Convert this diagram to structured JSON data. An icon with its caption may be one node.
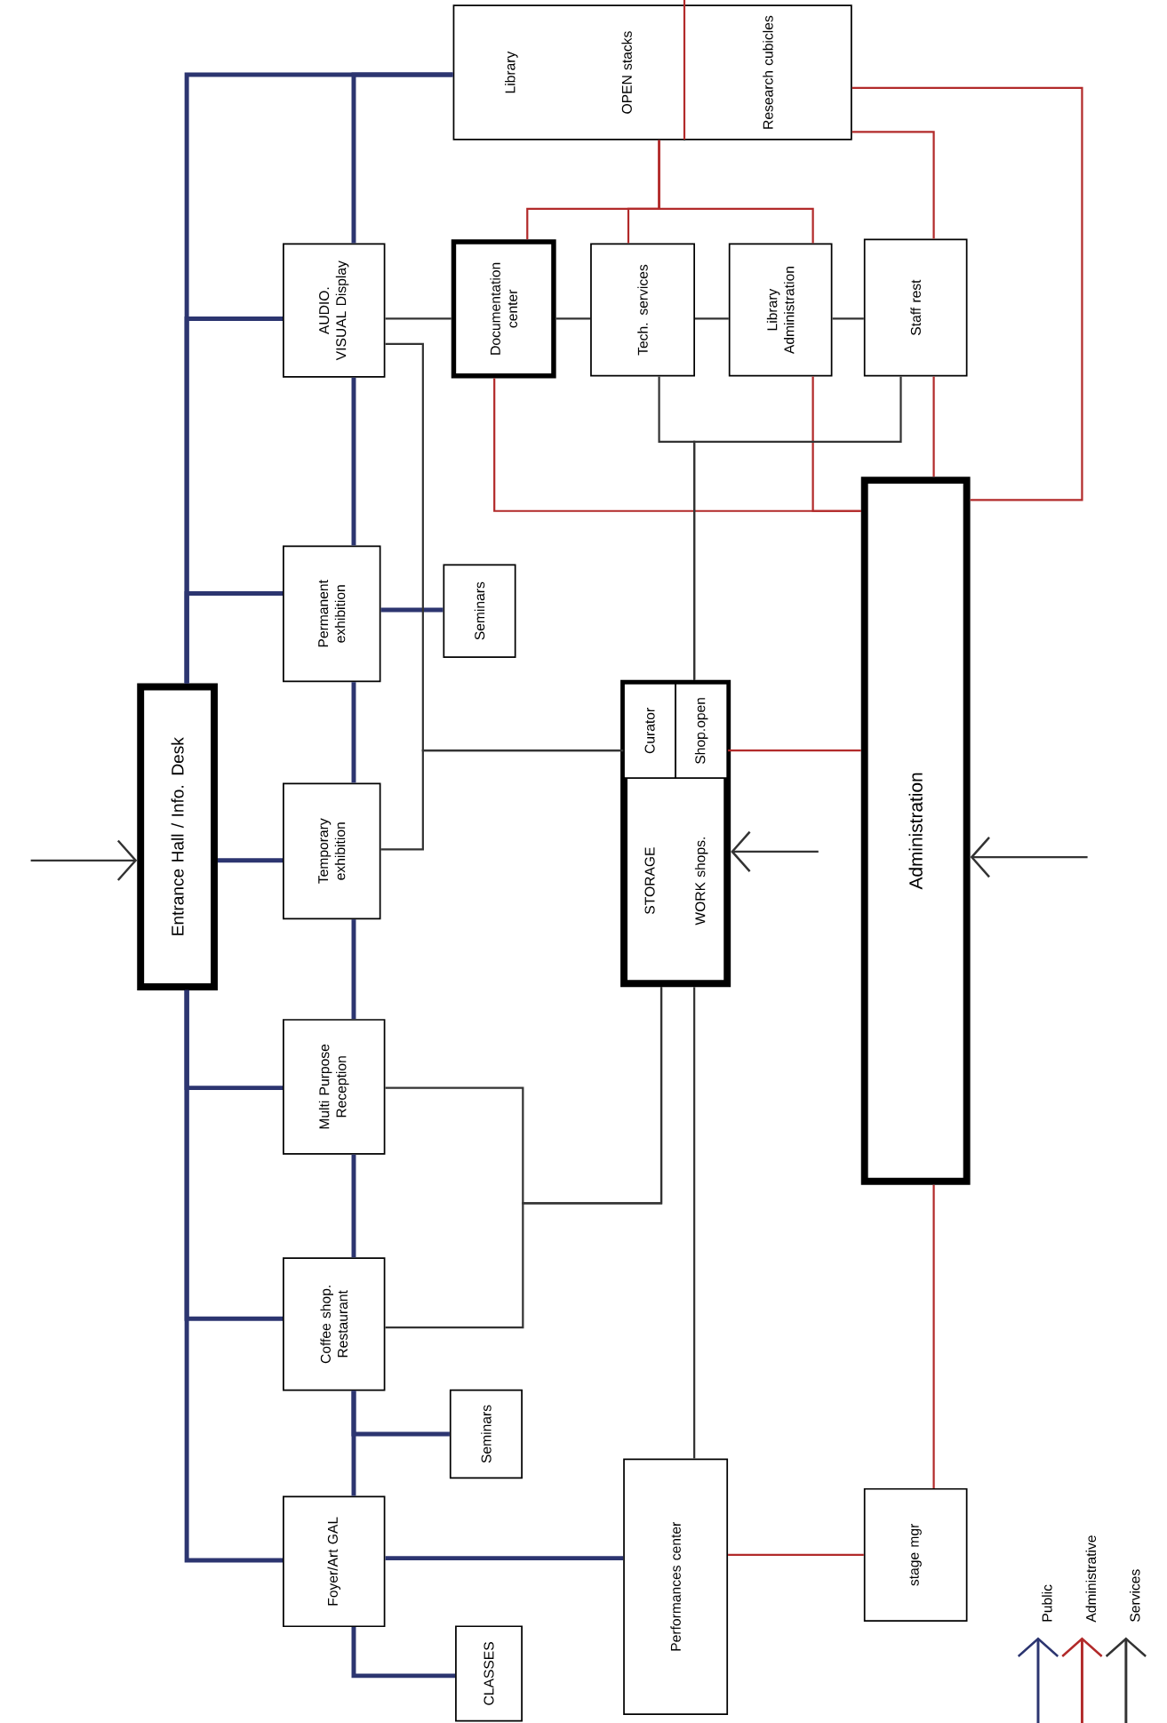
{
  "diagram": {
    "nodes": [
      {
        "text": [
          "Library",
          "OPEN stacks"
        ]
      },
      {
        "text": [
          "Research cubicles"
        ]
      },
      {
        "text": [
          "AUDIO. VISUAL Display"
        ]
      },
      {
        "text": [
          "Documentation center"
        ]
      },
      {
        "text": [
          "Tech. services"
        ]
      },
      {
        "text": [
          "Library Administration"
        ]
      },
      {
        "text": [
          "Staff rest"
        ]
      },
      {
        "text": [
          "Permanent exhibition"
        ]
      },
      {
        "text": [
          "Seminars"
        ]
      },
      {
        "text": [
          "Entrance Hall / Info. Desk"
        ]
      },
      {
        "text": [
          "Temporary exhibition"
        ]
      },
      {
        "text": [
          "STORAGE",
          "WORK shops."
        ]
      },
      {
        "text": [
          "Curator"
        ],
        "in": 11
      },
      {
        "text": [
          "Shop.open"
        ],
        "in": 11
      },
      {
        "text": [
          "Administration"
        ]
      },
      {
        "text": [
          "Multi Purpose Reception"
        ]
      },
      {
        "text": [
          "Coffee shop. Restaurant"
        ]
      },
      {
        "text": [
          "Seminars"
        ]
      },
      {
        "text": [
          "Foyer/Art GAL"
        ]
      },
      {
        "text": [
          "Performances center"
        ]
      },
      {
        "text": [
          "CLASSES"
        ]
      },
      {
        "text": [
          "stage mgr"
        ]
      }
    ],
    "edges": [
      {
        "from": 9,
        "to": 0,
        "arrow": "none"
      },
      {
        "from": 9,
        "to": 2,
        "arrow": "none"
      },
      {
        "from": 9,
        "to": 7,
        "arrow": "none"
      },
      {
        "from": 9,
        "to": 10,
        "arrow": "none"
      },
      {
        "from": 9,
        "to": 15,
        "arrow": "none"
      },
      {
        "from": 9,
        "to": 16,
        "arrow": "none"
      },
      {
        "from": 9,
        "to": 18,
        "arrow": "none"
      },
      {
        "from": 0,
        "to": 2,
        "arrow": "none"
      },
      {
        "from": 2,
        "to": 7,
        "arrow": "none"
      },
      {
        "from": 7,
        "to": 10,
        "arrow": "none"
      },
      {
        "from": 7,
        "to": 8,
        "arrow": "none"
      },
      {
        "from": 10,
        "to": 15,
        "arrow": "none"
      },
      {
        "from": 15,
        "to": 16,
        "arrow": "none"
      },
      {
        "from": 16,
        "to": 18,
        "arrow": "none"
      },
      {
        "from": 16,
        "to": 17,
        "arrow": "none"
      },
      {
        "from": 18,
        "to": 20,
        "arrow": "none"
      },
      {
        "from": 18,
        "to": 19,
        "arrow": "none"
      },
      {
        "from": 0,
        "to": 3,
        "arrow": "none",
        "color": "#b22a2a"
      },
      {
        "from": 0,
        "to": 4,
        "arrow": "none",
        "color": "#b22a2a"
      },
      {
        "from": 0,
        "to": 5,
        "arrow": "none",
        "color": "#b22a2a"
      },
      {
        "from": 1,
        "to": 6,
        "arrow": "none",
        "color": "#b22a2a"
      },
      {
        "from": 1,
        "to": 14,
        "arrow": "none",
        "color": "#b22a2a"
      },
      {
        "from": 3,
        "to": 14,
        "arrow": "none",
        "color": "#b22a2a"
      },
      {
        "from": 5,
        "to": 14,
        "arrow": "none",
        "color": "#b22a2a"
      },
      {
        "from": 6,
        "to": 14,
        "arrow": "none",
        "color": "#b22a2a"
      },
      {
        "from": 13,
        "to": 14,
        "arrow": "none",
        "color": "#b22a2a"
      },
      {
        "from": 14,
        "to": 21,
        "arrow": "none",
        "color": "#b22a2a"
      },
      {
        "from": 19,
        "to": 21,
        "arrow": "none",
        "color": "#b22a2a"
      },
      {
        "from": 2,
        "to": 3,
        "arrow": "none",
        "color": "#333333"
      },
      {
        "from": 3,
        "to": 4,
        "arrow": "none",
        "color": "#333333"
      },
      {
        "from": 4,
        "to": 5,
        "arrow": "none",
        "color": "#333333"
      },
      {
        "from": 5,
        "to": 6,
        "arrow": "none",
        "color": "#333333"
      },
      {
        "from": 2,
        "to": 12,
        "arrow": "none",
        "color": "#333333"
      },
      {
        "from": 10,
        "to": 12,
        "arrow": "none",
        "color": "#333333"
      },
      {
        "from": 4,
        "to": 11,
        "arrow": "none",
        "color": "#333333"
      },
      {
        "from": 6,
        "to": 11,
        "arrow": "none",
        "color": "#333333"
      },
      {
        "from": 15,
        "to": 11,
        "arrow": "none",
        "color": "#333333"
      },
      {
        "from": 16,
        "to": 11,
        "arrow": "none",
        "color": "#333333"
      },
      {
        "from": 11,
        "to": 19,
        "arrow": "none",
        "color": "#333333"
      },
      {
        "from": null,
        "to": 9,
        "arrow": "to",
        "color": "#333333"
      },
      {
        "from": null,
        "to": 11,
        "arrow": "to",
        "color": "#333333"
      },
      {
        "from": null,
        "to": 14,
        "arrow": "to",
        "color": "#333333"
      }
    ],
    "legend": [
      {
        "text": "Public",
        "color": "#2c3570"
      },
      {
        "text": "Administrative",
        "color": "#b22a2a"
      },
      {
        "text": "Services",
        "color": "#333333"
      }
    ]
  }
}
